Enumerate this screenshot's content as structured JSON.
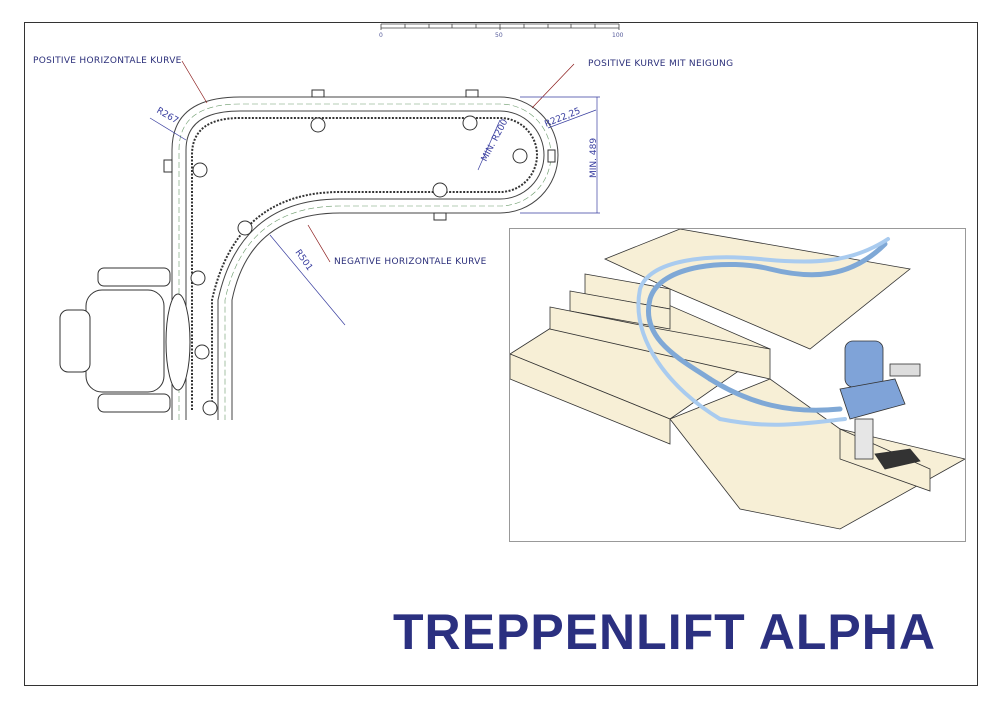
{
  "title": "TREPPENLIFT ALPHA",
  "scale_bar": {
    "ticks": [
      "0",
      "50",
      "100"
    ]
  },
  "labels": {
    "positive_horizontal": "POSITIVE HORIZONTALE KURVE",
    "positive_incline": "POSITIVE KURVE MIT NEIGUNG",
    "negative_horizontal": "NEGATIVE  HORIZONTALE KURVE"
  },
  "dimensions": {
    "r267": "R267",
    "min_r200": "MIN. R200",
    "r222": "R222,25",
    "min_489": "MIN. 489",
    "r501": "R501"
  },
  "colors": {
    "title": "#2b3080",
    "rail_3d": "#9ec3ea",
    "stairs": "#f7efd6",
    "dimension": "#3a3fa0",
    "leader": "#8b1a1a"
  }
}
